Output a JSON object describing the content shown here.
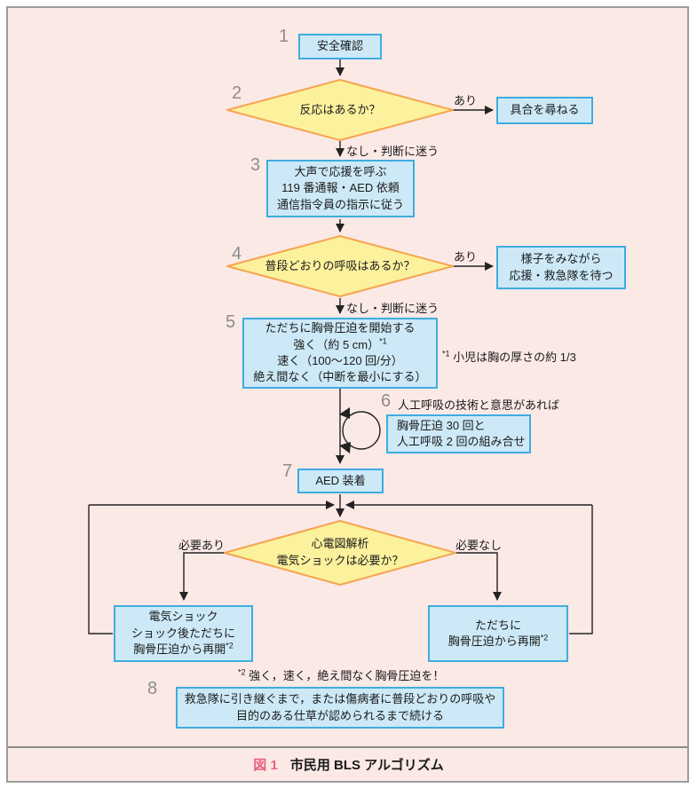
{
  "colors": {
    "background": "#fbe9e6",
    "process_box_fill": "#cde9f7",
    "process_box_border": "#3facdf",
    "decision_fill": "#fcf19d",
    "decision_border": "#f6a450",
    "connector": "#222222",
    "step_number_gray": "#8d8d8d",
    "caption_accent_red": "#e8627f"
  },
  "nodes": {
    "safety": {
      "num": "1",
      "label": "安全確認"
    },
    "response": {
      "num": "2",
      "label": "反応はあるか？"
    },
    "ask_condition": {
      "label": "具合を尋ねる"
    },
    "call_help": {
      "num": "3",
      "line1": "大声で応援を呼ぶ",
      "line2": "119 番通報・AED 依頼",
      "line3": "通信指令員の指示に従う"
    },
    "breathing": {
      "num": "4",
      "label": "普段どおりの呼吸はあるか？"
    },
    "wait_ems": {
      "line1": "様子をみながら",
      "line2": "応援・救急隊を待つ"
    },
    "compression": {
      "num": "5",
      "line1": "ただちに胸骨圧迫を開始する",
      "line2": "強く（約 5 cm）",
      "line2_sup": "*1",
      "line3": "速く（100～120 回/分）",
      "line4": "絶え間なく（中断を最小にする）"
    },
    "cpr_cycle": {
      "num": "6",
      "label": "人工呼吸の技術と意思があれば",
      "line1": "胸骨圧迫 30 回と",
      "line2": "人工呼吸 2 回の組み合せ"
    },
    "aed": {
      "num": "7",
      "label": "AED 装着"
    },
    "ecg": {
      "line1": "心電図解析",
      "line2": "電気ショックは必要か？"
    },
    "shock": {
      "line1": "電気ショック",
      "line2": "ショック後ただちに",
      "line3": "胸骨圧迫から再開",
      "line3_sup": "*2"
    },
    "no_shock": {
      "line1": "ただちに",
      "line2": "胸骨圧迫から再開",
      "line2_sup": "*2"
    },
    "continue": {
      "num": "8",
      "line1": "救急隊に引き継ぐまで，または傷病者に普段どおりの呼吸や",
      "line2": "目的のある仕草が認められるまで続ける"
    }
  },
  "edge_labels": {
    "response_yes": "あり",
    "response_no": "なし・判断に迷う",
    "breathing_yes": "あり",
    "breathing_no": "なし・判断に迷う",
    "shock_needed": "必要あり",
    "shock_not_needed": "必要なし"
  },
  "footnotes": {
    "f1_sup": "*1",
    "f1_text": " 小児は胸の厚さの約 1/3",
    "f2_sup": "*2",
    "f2_text": " 強く，速く，絶え間なく胸骨圧迫を！"
  },
  "caption": {
    "label": "図 1",
    "title": "市民用 BLS アルゴリズム"
  }
}
